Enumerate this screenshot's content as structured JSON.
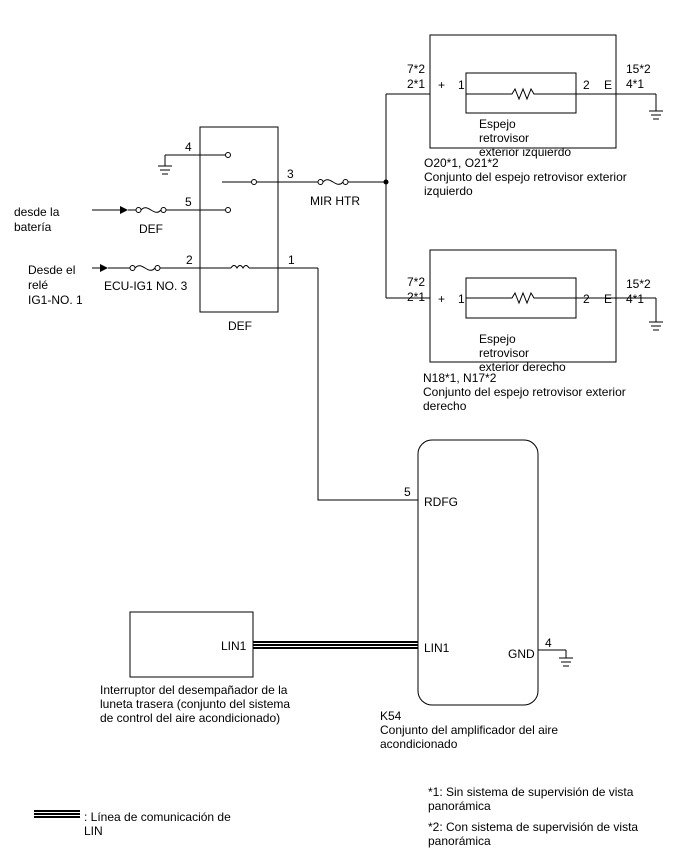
{
  "relay": {
    "name": "DEF",
    "pin4": "4",
    "pin5": "5",
    "pin3": "3",
    "pin2": "2",
    "pin1": "1"
  },
  "fuses": {
    "def": "DEF",
    "ecu": "ECU-IG1 NO. 3",
    "mir": "MIR HTR"
  },
  "sources": {
    "battery_line1": "desde la",
    "battery_line2": "batería",
    "ig1_line1": "Desde el",
    "ig1_line2": "relé",
    "ig1_line3": "IG1-NO. 1"
  },
  "mirror_left": {
    "pin_top_alt": "7*2",
    "pin_top": "2*1",
    "plus": "+",
    "pin1": "1",
    "pin2": "2",
    "e": "E",
    "pin_right_alt": "15*2",
    "pin_right": "4*1",
    "element1": "Espejo",
    "element2": "retrovisor",
    "element3": "exterior izquierdo",
    "code": "O20*1, O21*2",
    "desc1": "Conjunto del espejo retrovisor exterior",
    "desc2": "izquierdo"
  },
  "mirror_right": {
    "pin_top_alt": "7*2",
    "pin_top": "2*1",
    "plus": "+",
    "pin1": "1",
    "pin2": "2",
    "e": "E",
    "pin_right_alt": "15*2",
    "pin_right": "4*1",
    "element1": "Espejo",
    "element2": "retrovisor",
    "element3": "exterior derecho",
    "code": "N18*1, N17*2",
    "desc1": "Conjunto del espejo retrovisor exterior",
    "desc2": "derecho"
  },
  "amplifier": {
    "pin5": "5",
    "rdfg": "RDFG",
    "lin1": "LIN1",
    "gnd": "GND",
    "pin4": "4",
    "code": "K54",
    "desc1": "Conjunto del amplificador del aire",
    "desc2": "acondicionado"
  },
  "switch": {
    "lin1": "LIN1",
    "desc1": "Interruptor del desempañador de la",
    "desc2": "luneta trasera (conjunto del sistema",
    "desc3": "de control del aire acondicionado)"
  },
  "notes": {
    "n1_line1": "*1: Sin sistema de supervisión de vista",
    "n1_line2": "panorámica",
    "n2_line1": "*2: Con sistema de supervisión de vista",
    "n2_line2": "panorámica"
  },
  "legend": {
    "line1": ": Línea de comunicación de",
    "line2": "LIN"
  }
}
